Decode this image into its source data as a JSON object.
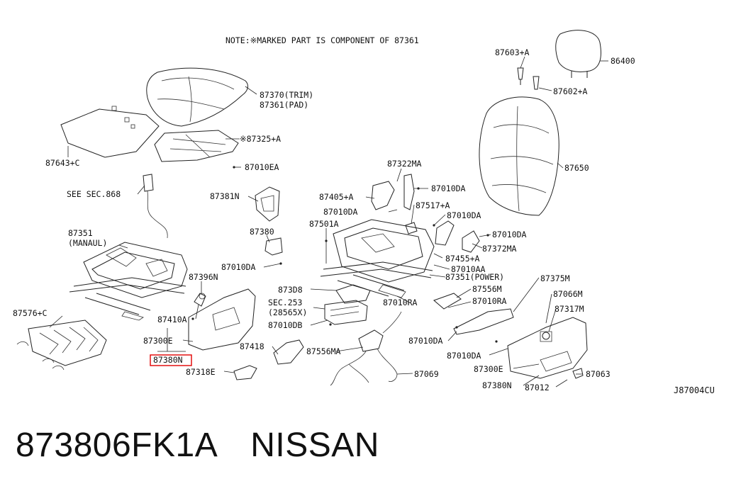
{
  "note": "NOTE:※MARKED PART IS COMPONENT OF 87361",
  "reference_code": "J87004CU",
  "caption": {
    "part_number": "873806FK1A",
    "brand": "NISSAN"
  },
  "highlight_color": "#e00000",
  "labels": {
    "l87603a": "87603+A",
    "l86400": "86400",
    "l87602a": "87602+A",
    "l87370": "87370(TRIM)",
    "l87361": "87361(PAD)",
    "l87325a": "※87325+A",
    "l87643c": "87643+C",
    "l87010ea": "87010EA",
    "l87650": "87650",
    "l87322ma": "87322MA",
    "l87010da_1": "87010DA",
    "l87405a": "87405+A",
    "l87010da_2": "87010DA",
    "l87517a": "87517+A",
    "l87010da_3": "87010DA",
    "l87501a": "87501A",
    "l87010da_4": "87010DA",
    "l87372ma": "87372MA",
    "l87455a": "87455+A",
    "l87010aa": "87010AA",
    "l87351p": "87351(POWER)",
    "lseesec868": "SEE SEC.868",
    "l87381n": "87381N",
    "l87380": "87380",
    "l87010da_5": "87010DA",
    "l87351m_1": "87351",
    "l87351m_2": "(MANAUL)",
    "l87396n": "87396N",
    "l873d8": "873D8",
    "l87556m": "87556M",
    "l87375m": "87375M",
    "l87010ra_1": "87010RA",
    "l87010ra_2": "87010RA",
    "l87066m": "87066M",
    "lsec253": "SEC.253",
    "l28565x": "(28565X)",
    "l87317m": "87317M",
    "l87576c": "87576+C",
    "l87410a": "87410A",
    "l87010db": "87010DB",
    "l87300e_1": "87300E",
    "l87010da_6": "87010DA",
    "l87418": "87418",
    "l87556ma": "87556MA",
    "l87010da_7": "87010DA",
    "l87380n_hl": "87380N",
    "l87300e_2": "87300E",
    "l87063": "87063",
    "l87318e": "87318E",
    "l87069": "87069",
    "l87380n_2": "87380N",
    "l87012": "87012"
  }
}
